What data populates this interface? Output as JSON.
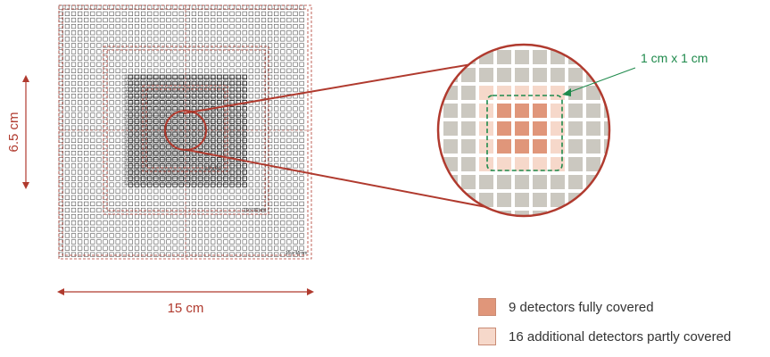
{
  "figure": {
    "height_label": "6.5 cm",
    "width_label": "15 cm",
    "callout_label": "1 cm x 1 cm",
    "small_labels": [
      "3.3 x 6.5",
      "10 x 10 cm",
      "15 x 15 cm"
    ]
  },
  "legend": [
    {
      "label": "9 detectors fully covered",
      "color": "#e0967a"
    },
    {
      "label": "16 additional detectors partly covered",
      "color": "#f6d8ca"
    }
  ],
  "colors": {
    "field_outline": "#b03a2e",
    "grid_cell": "#444444",
    "magnifier_bg": "#cfccc4",
    "magnifier_cell": "#cbc8c0",
    "callout": "#1f8a4c",
    "dimension": "#b03a2e"
  }
}
